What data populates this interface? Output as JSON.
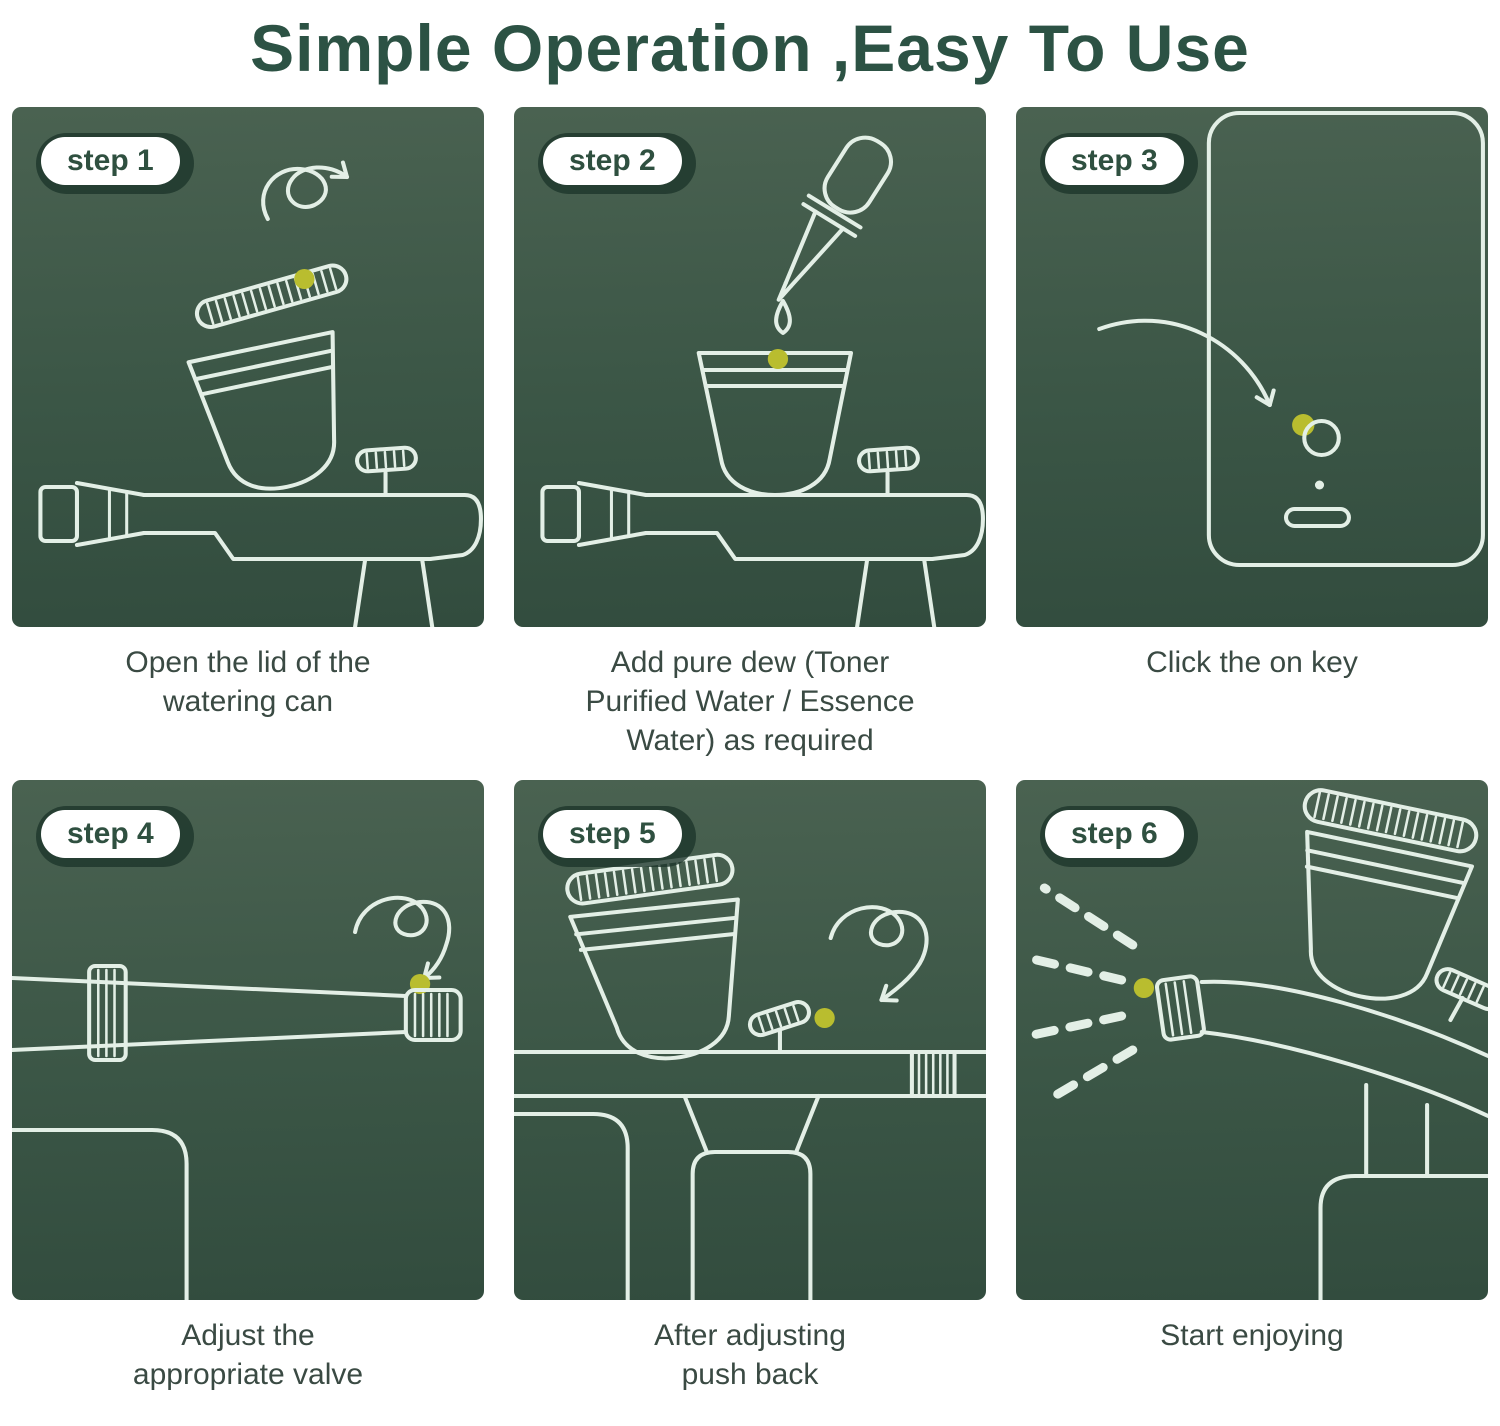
{
  "title": "Simple Operation ,Easy To Use",
  "steps": [
    {
      "label": "step 1",
      "caption": "Open the lid of the\nwatering can",
      "illustration": "airbrush-lid-opening"
    },
    {
      "label": "step 2",
      "caption": "Add pure dew (Toner\nPurified Water / Essence\nWater) as required",
      "illustration": "dropper-filling-cup"
    },
    {
      "label": "step 3",
      "caption": "Click the on key",
      "illustration": "power-button-press"
    },
    {
      "label": "step 4",
      "caption": "Adjust the\nappropriate valve",
      "illustration": "valve-adjustment"
    },
    {
      "label": "step 5",
      "caption": "After adjusting\npush back",
      "illustration": "push-back-trigger"
    },
    {
      "label": "step 6",
      "caption": "Start enjoying",
      "illustration": "airbrush-spraying"
    }
  ],
  "colors": {
    "title_green": "#2c5244",
    "panel_green": "#3b5646",
    "line_art": "#e3efe6",
    "accent_yellow": "#b9bd2f",
    "badge_text": "#2f5040",
    "caption_text": "#3a4a43"
  }
}
